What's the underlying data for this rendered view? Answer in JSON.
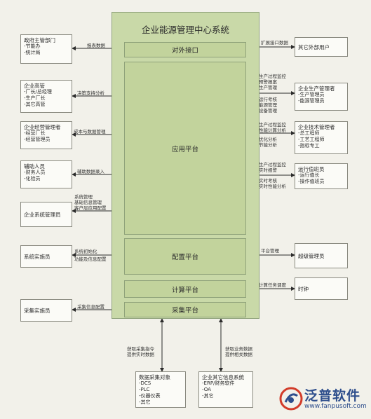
{
  "title": "企业能源管理中心系统",
  "layers": {
    "external": "对外接口",
    "app": "应用平台",
    "config": "配置平台",
    "compute": "计算平台",
    "collect": "采集平台"
  },
  "left_boxes": [
    {
      "title": "政府主管部门",
      "items": [
        "-节能办",
        "-统计局"
      ]
    },
    {
      "title": "企业高管",
      "items": [
        "-厂长/总经理",
        "-生产厂长",
        "-其它高管"
      ]
    },
    {
      "title": "企业经营管理者",
      "items": [
        "-经营厂长",
        "-经营管理员"
      ]
    },
    {
      "title": "辅助人员",
      "items": [
        "-财务人员",
        "-化验员"
      ]
    },
    {
      "title": "企业系统管理员",
      "items": []
    },
    {
      "title": "系统实施员",
      "items": []
    },
    {
      "title": "采集实施员",
      "items": []
    }
  ],
  "right_boxes": [
    {
      "title": "其它外部用户",
      "items": []
    },
    {
      "title": "企业生产管理者",
      "items": [
        "-生产管理员",
        "-能源管理员"
      ]
    },
    {
      "title": "企业技术管理者",
      "items": [
        "-总工程师",
        "-工艺工程师",
        "-指标专工"
      ]
    },
    {
      "title": "运行值班员",
      "items": [
        "-运行值长",
        "-操作值班员"
      ]
    },
    {
      "title": "超级管理员",
      "items": []
    },
    {
      "title": "时钟",
      "items": []
    }
  ],
  "bottom_boxes": [
    {
      "title": "数据采集对象",
      "items": [
        "-DCS",
        "-PLC",
        "-仪器仪表",
        "-其它"
      ]
    },
    {
      "title": "企业其它信息系统",
      "items": [
        "-ERP/财务软件",
        "-OA",
        "-其它"
      ]
    }
  ],
  "left_labels": [
    [
      "报表数据"
    ],
    [
      "决策支持分析"
    ],
    [
      "成本与数据管理"
    ],
    [
      "辅助数据录入"
    ],
    [
      "系统管理",
      "基础信息管理",
      "客户层应用配置"
    ],
    [
      "系统初始化",
      "功能及信息配置"
    ],
    [
      "采集信息配置"
    ]
  ],
  "right_labels": [
    [
      "扩展接口数据"
    ],
    [
      "生产过程监控",
      "预警报案",
      "生产管理",
      "",
      "运行考核",
      "能源管理",
      "设备管理"
    ],
    [
      "生产过程监控",
      "性能计算分析",
      "优化分析",
      "节能分析"
    ],
    [
      "生产过程监控",
      "实时报警",
      "实时考核",
      "实时性能分析"
    ],
    [
      "平台管理"
    ],
    [
      "计算任务调度"
    ]
  ],
  "bottom_labels": [
    [
      "获取采集指令",
      "提供实时数据"
    ],
    [
      "获取业务数据",
      "提供相关数据"
    ]
  ],
  "logo": {
    "name": "泛普软件",
    "url": "www.fanpusoft.com"
  },
  "colors": {
    "platform": "#c9d9a8",
    "layer": "#c2d39c",
    "logo": "#2e4e8c"
  }
}
